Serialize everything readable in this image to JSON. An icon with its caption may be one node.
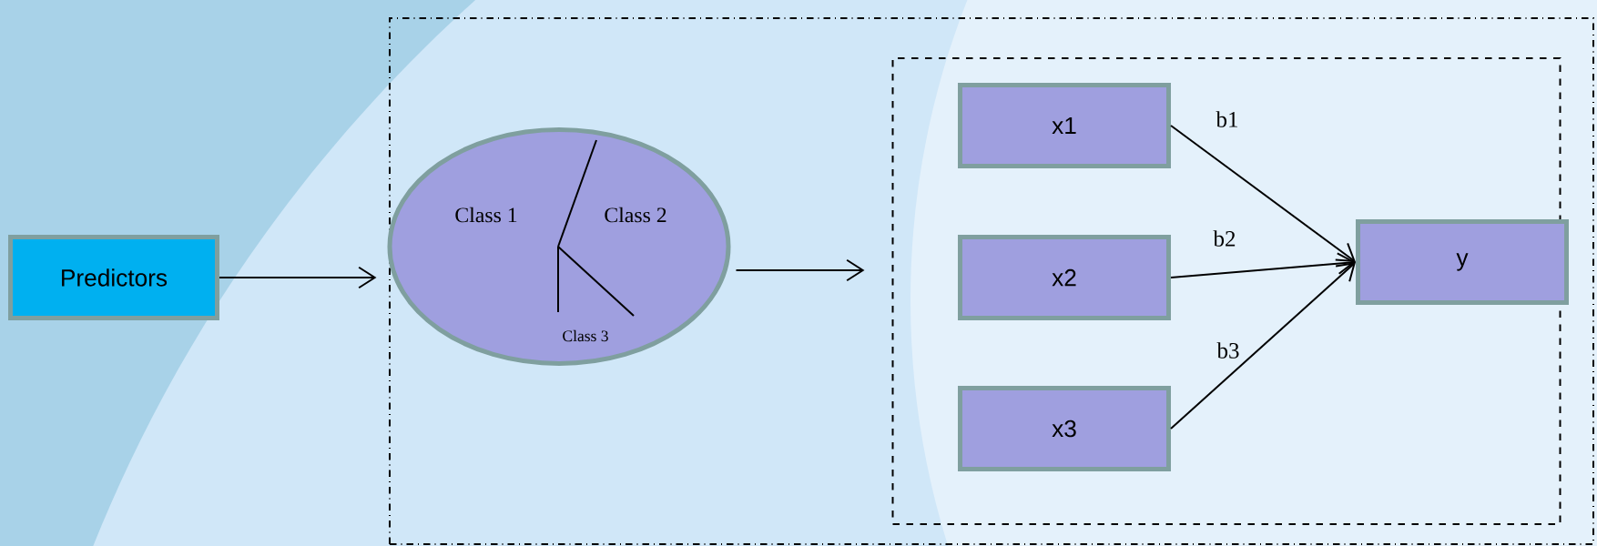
{
  "diagram": {
    "nodes": [
      {
        "text": [],
        "shape": "box"
      },
      {
        "text": [
          "Predictors"
        ]
      },
      {
        "text": [
          "Class 1",
          "Class 2",
          "Class 3"
        ],
        "in": 0
      },
      {
        "text": [],
        "shape": "box",
        "in": 0
      },
      {
        "text": [
          "x1"
        ],
        "in": 3
      },
      {
        "text": [
          "x2"
        ],
        "in": 3
      },
      {
        "text": [
          "x3"
        ],
        "in": 3
      },
      {
        "text": [
          "y"
        ],
        "in": 3
      }
    ],
    "edges": [
      {
        "from": 1,
        "to": 2,
        "arrow": "to"
      },
      {
        "from": 2,
        "to": 3,
        "arrow": "to"
      },
      {
        "from": 4,
        "to": 7,
        "arrow": "to",
        "label": "b1"
      },
      {
        "from": 5,
        "to": 7,
        "arrow": "to",
        "label": "b2"
      },
      {
        "from": 6,
        "to": 7,
        "arrow": "to",
        "label": "b3"
      }
    ]
  }
}
